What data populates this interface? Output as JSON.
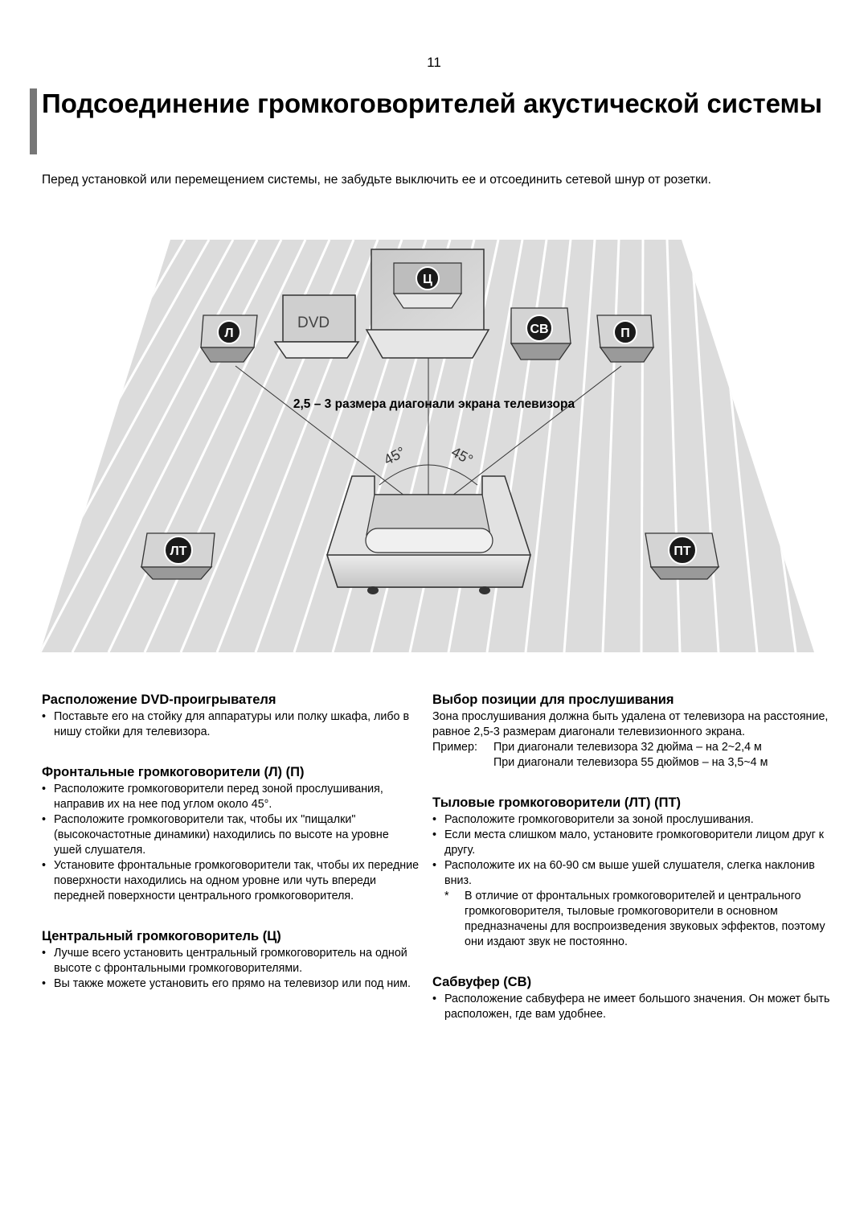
{
  "page_number": "11",
  "title": "Подсоединение громкоговорителей акустической системы",
  "intro": "Перед установкой или перемещением системы, не забудьте выключить ее и отсоединить сетевой шнур от розетки.",
  "diagram": {
    "dvd_label": "DVD",
    "speakers": {
      "center": "Ц",
      "left": "Л",
      "subwoofer": "СВ",
      "right": "П",
      "rear_left": "ЛТ",
      "rear_right": "ПТ"
    },
    "distance_label": "2,5 – 3 размера диагонали экрана телевизора",
    "angle_left": "45°",
    "angle_right": "45°"
  },
  "sections": {
    "dvd": {
      "heading": "Расположение DVD-проигрывателя",
      "items": [
        "Поставьте его на стойку для аппаратуры или полку шкафа, либо в нишу стойки для телевизора."
      ]
    },
    "front": {
      "heading": "Фронтальные громкоговорители (Л) (П)",
      "items": [
        "Расположите громкоговорители перед зоной прослушивания, направив их на нее под углом около 45°.",
        "Расположите громкоговорители так, чтобы их \"пищалки\" (высокочастотные динамики) находились по высоте на уровне ушей слушателя.",
        "Установите фронтальные громкоговорители так, чтобы их передние поверхности находились на одном уровне или чуть впереди передней поверхности центрального громкоговорителя."
      ]
    },
    "center": {
      "heading": "Центральный громкоговоритель (Ц)",
      "items": [
        "Лучше всего установить центральный громкоговоритель на одной высоте с фронтальными громкоговорителями.",
        "Вы также можете установить его прямо на телевизор или под ним."
      ]
    },
    "listening": {
      "heading": "Выбор позиции для прослушивания",
      "text": "Зона прослушивания должна быть удалена от телевизора на расстояние, равное 2,5-3 размерам диагонали телевизионного экрана.",
      "example_label": "Пример:",
      "example_lines": [
        "При диагонали телевизора 32 дюйма – на 2~2,4 м",
        "При диагонали телевизора 55 дюймов – на 3,5~4 м"
      ]
    },
    "rear": {
      "heading": "Тыловые громкоговорители (ЛТ) (ПТ)",
      "items": [
        "Расположите громкоговорители за зоной прослушивания.",
        "Если места слишком мало, установите громкоговорители лицом друг к другу.",
        "Расположите их на 60-90 см выше ушей слушателя, слегка наклонив вниз."
      ],
      "note_mark": "*",
      "note": "В отличие от фронтальных громкоговорителей и центрального громкоговорителя, тыловые громкоговорители в основном предназначены для воспроизведения звуковых эффектов, поэтому они издают звук не постоянно."
    },
    "subwoofer": {
      "heading": "Сабвуфер (СВ)",
      "items": [
        "Расположение сабвуфера не имеет большого значения. Он может быть расположен, где вам удобнее."
      ]
    }
  },
  "colors": {
    "floor": "#dcdcdc",
    "floor_lines": "#ffffff",
    "speaker_front": "#d4d4d4",
    "speaker_side": "#9a9a9a",
    "badge": "#1a1a1a",
    "title_bar": "#777777"
  }
}
